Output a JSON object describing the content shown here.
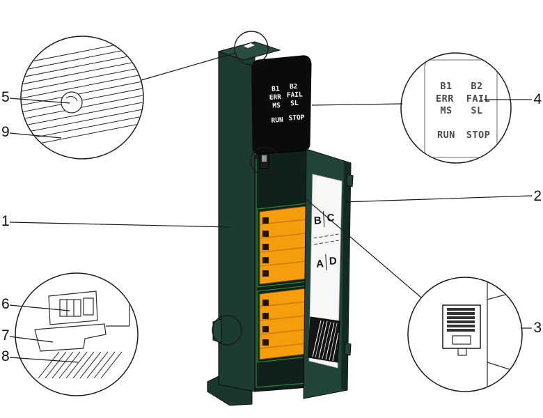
{
  "figure": {
    "type": "technical-diagram",
    "subject": "io-module-detail-callout-figure",
    "callouts": {
      "c1": "1",
      "c2": "2",
      "c3": "3",
      "c4": "4",
      "c5": "5",
      "c6": "6",
      "c7": "7",
      "c8": "8",
      "c9": "9"
    },
    "led_panel": {
      "b1": "B1",
      "b2": "B2",
      "err": "ERR",
      "fail": "FAIL",
      "ms": "MS",
      "sl": "SL",
      "run": "RUN",
      "stop": "STOP"
    },
    "door_label": {
      "b": "B",
      "c": "C",
      "a": "A",
      "d": "D"
    },
    "colors": {
      "module_body": "#1d3a33",
      "module_top": "#2a4c42",
      "module_door": "#21433a",
      "door_shade": "#132a24",
      "head_black": "#0b0b0b",
      "terminal_orange": "#f59d0c",
      "terminal_stripe": "#c87d0a",
      "highlight_green": "#2e9e3a",
      "label_white": "#f7f7f5",
      "led_text": "#ffffff",
      "detail_text": "#4a4a4a",
      "line": "#1a1a1a"
    }
  }
}
